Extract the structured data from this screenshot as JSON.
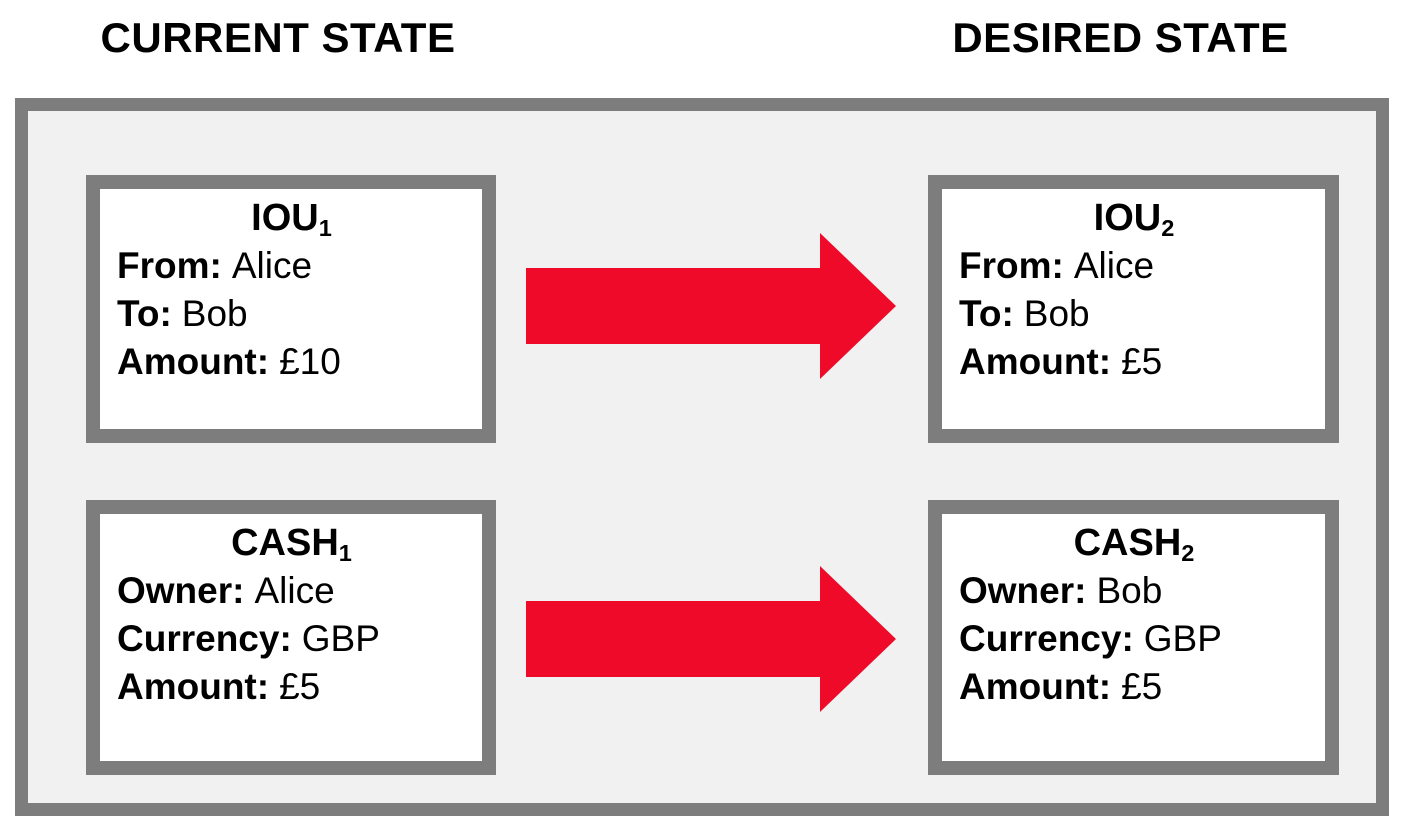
{
  "headers": {
    "current": "CURRENT STATE",
    "desired": "DESIRED STATE"
  },
  "colors": {
    "arrow_red": "#ee0a28",
    "border_gray": "#7d7d7d",
    "panel_bg": "#f1f1f1",
    "box_bg": "#ffffff",
    "text": "#000000"
  },
  "boxes": [
    {
      "id": "iou1",
      "title": "IOU",
      "subscript": "1",
      "fields": [
        {
          "label": "From:",
          "value": "Alice"
        },
        {
          "label": "To:",
          "value": "Bob"
        },
        {
          "label": "Amount:",
          "value": "£10"
        }
      ]
    },
    {
      "id": "iou2",
      "title": "IOU",
      "subscript": "2",
      "fields": [
        {
          "label": "From:",
          "value": "Alice"
        },
        {
          "label": "To:",
          "value": "Bob"
        },
        {
          "label": "Amount:",
          "value": "£5"
        }
      ]
    },
    {
      "id": "cash1",
      "title": "CASH",
      "subscript": "1",
      "fields": [
        {
          "label": "Owner:",
          "value": "Alice"
        },
        {
          "label": "Currency:",
          "value": "GBP"
        },
        {
          "label": "Amount:",
          "value": "£5"
        }
      ]
    },
    {
      "id": "cash2",
      "title": "CASH",
      "subscript": "2",
      "fields": [
        {
          "label": "Owner:",
          "value": "Bob"
        },
        {
          "label": "Currency:",
          "value": "GBP"
        },
        {
          "label": "Amount:",
          "value": "£5"
        }
      ]
    }
  ],
  "arrows": [
    {
      "name": "iou-transition-arrow"
    },
    {
      "name": "cash-transition-arrow"
    }
  ]
}
